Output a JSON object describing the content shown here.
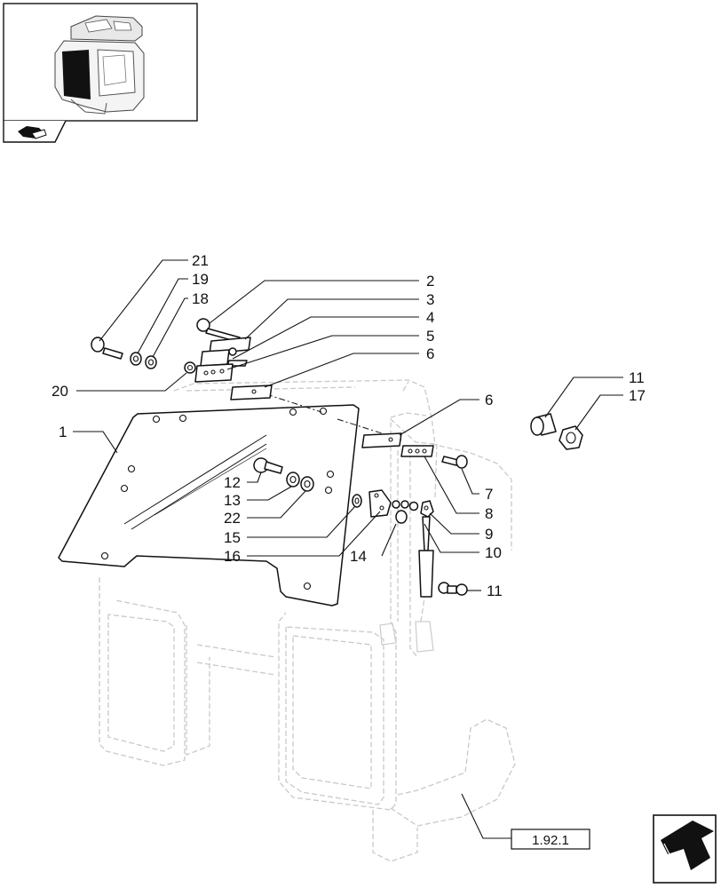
{
  "callouts": [
    {
      "id": "c1",
      "text": "1"
    },
    {
      "id": "c2",
      "text": "2"
    },
    {
      "id": "c3",
      "text": "3"
    },
    {
      "id": "c4",
      "text": "4"
    },
    {
      "id": "c5",
      "text": "5"
    },
    {
      "id": "c6a",
      "text": "6"
    },
    {
      "id": "c6b",
      "text": "6"
    },
    {
      "id": "c7",
      "text": "7"
    },
    {
      "id": "c8",
      "text": "8"
    },
    {
      "id": "c9",
      "text": "9"
    },
    {
      "id": "c10",
      "text": "10"
    },
    {
      "id": "c11a",
      "text": "11"
    },
    {
      "id": "c11b",
      "text": "11"
    },
    {
      "id": "c12",
      "text": "12"
    },
    {
      "id": "c13",
      "text": "13"
    },
    {
      "id": "c14",
      "text": "14"
    },
    {
      "id": "c15",
      "text": "15"
    },
    {
      "id": "c16",
      "text": "16"
    },
    {
      "id": "c17",
      "text": "17"
    },
    {
      "id": "c18",
      "text": "18"
    },
    {
      "id": "c19",
      "text": "19"
    },
    {
      "id": "c20",
      "text": "20"
    },
    {
      "id": "c21",
      "text": "21"
    },
    {
      "id": "c22",
      "text": "22"
    }
  ],
  "reference": {
    "text": "1.92.1"
  },
  "icons": {
    "thumbnail": "tractor-cab-thumbnail",
    "book": "book-icon",
    "nav": "next-page-arrow-icon"
  }
}
